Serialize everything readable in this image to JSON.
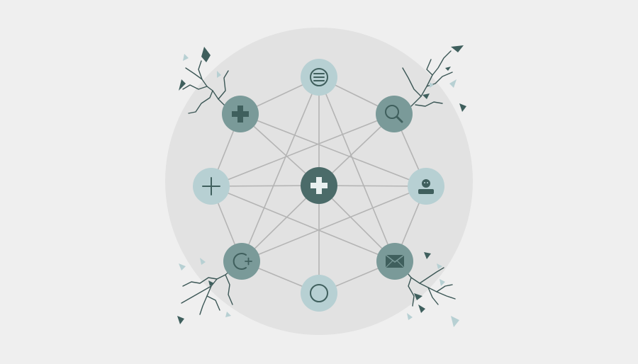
{
  "diagram": {
    "type": "network",
    "description_visible_text": "",
    "colors": {
      "background": "#efefef",
      "circle": "#e2e2e2",
      "edge": "#b4b4b4",
      "node_light": "#b7d0d3",
      "node_mid": "#7a9a99",
      "node_dark": "#4b6b69",
      "icon_dark": "#3f5f5d",
      "crack": "#3c5756",
      "shard_dark": "#3f5f5d",
      "shard_light": "#b7d0d3"
    },
    "nodes": [
      {
        "id": "document",
        "icon": "document-lines-icon",
        "tone": "light"
      },
      {
        "id": "search",
        "icon": "magnifier-icon",
        "tone": "mid"
      },
      {
        "id": "user",
        "icon": "user-icon",
        "tone": "light"
      },
      {
        "id": "mail",
        "icon": "envelope-icon",
        "tone": "mid"
      },
      {
        "id": "circle",
        "icon": "ring-icon",
        "tone": "light"
      },
      {
        "id": "refresh-plus",
        "icon": "refresh-plus-icon",
        "tone": "mid"
      },
      {
        "id": "plus",
        "icon": "plus-icon",
        "tone": "light"
      },
      {
        "id": "medical-left",
        "icon": "medical-cross-icon",
        "tone": "mid"
      },
      {
        "id": "medical-center",
        "icon": "medical-cross-icon",
        "tone": "dark"
      }
    ],
    "edges": [
      [
        "document",
        "medical-left"
      ],
      [
        "document",
        "search"
      ],
      [
        "document",
        "medical-center"
      ],
      [
        "document",
        "refresh-plus"
      ],
      [
        "document",
        "mail"
      ],
      [
        "medical-left",
        "plus"
      ],
      [
        "medical-left",
        "medical-center"
      ],
      [
        "medical-left",
        "user"
      ],
      [
        "search",
        "medical-center"
      ],
      [
        "search",
        "user"
      ],
      [
        "search",
        "plus"
      ],
      [
        "plus",
        "medical-center"
      ],
      [
        "plus",
        "refresh-plus"
      ],
      [
        "plus",
        "mail"
      ],
      [
        "user",
        "medical-center"
      ],
      [
        "user",
        "mail"
      ],
      [
        "user",
        "refresh-plus"
      ],
      [
        "medical-center",
        "refresh-plus"
      ],
      [
        "medical-center",
        "mail"
      ],
      [
        "medical-center",
        "circle"
      ],
      [
        "refresh-plus",
        "circle"
      ],
      [
        "mail",
        "circle"
      ]
    ]
  }
}
